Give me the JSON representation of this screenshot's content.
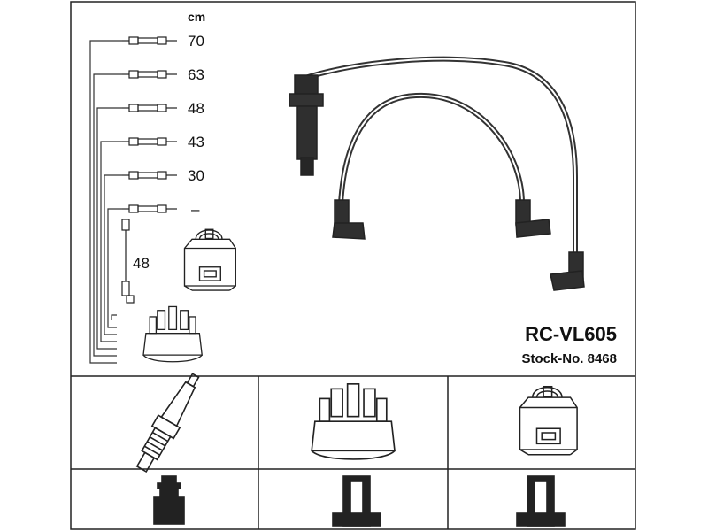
{
  "header": {
    "unit": "cm",
    "model": "RC-VL605",
    "stock": "Stock-No. 8468"
  },
  "cable_lengths": [
    {
      "label": "70"
    },
    {
      "label": "63"
    },
    {
      "label": "48"
    },
    {
      "label": "43"
    },
    {
      "label": "30"
    },
    {
      "label": "–"
    }
  ],
  "coil_lead": {
    "label": "48"
  },
  "icons": {
    "spark_plug": "spark-plug-icon",
    "distributor_cap": "distributor-cap-icon",
    "ignition_coil": "ignition-coil-icon",
    "plug_terminal": "plug-terminal-icon",
    "cap_terminal": "cap-terminal-icon",
    "coil_terminal": "coil-terminal-icon"
  }
}
